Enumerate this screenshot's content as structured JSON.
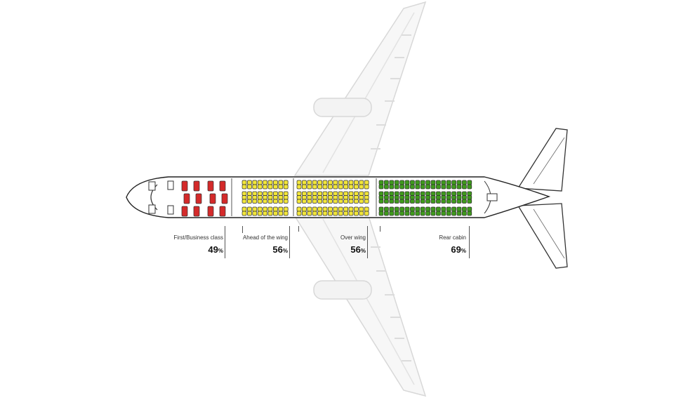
{
  "sections": [
    {
      "id": "first",
      "label": "First/Business class",
      "value": "49",
      "unit": "%",
      "color": "#d42a2a"
    },
    {
      "id": "ahead",
      "label": "Ahead of the wing",
      "value": "56",
      "unit": "%",
      "color": "#f2e63a"
    },
    {
      "id": "over",
      "label": "Over wing",
      "value": "56",
      "unit": "%",
      "color": "#f2e63a"
    },
    {
      "id": "rear",
      "label": "Rear cabin",
      "value": "69",
      "unit": "%",
      "color": "#3f9a1c"
    }
  ]
}
